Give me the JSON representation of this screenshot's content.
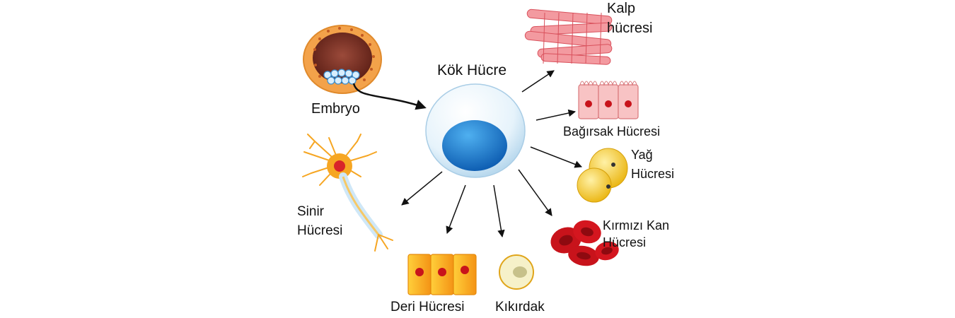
{
  "diagram": {
    "center_label": "Kök Hücre",
    "labels": {
      "embryo": "Embryo",
      "heart": [
        "Kalp",
        "hücresi"
      ],
      "intestine": "Bağırsak Hücresi",
      "fat": [
        "Yağ",
        "Hücresi"
      ],
      "red_blood": [
        "Kırmızı Kan",
        "Hücresi"
      ],
      "nerve": [
        "Sinir",
        "Hücresi"
      ],
      "skin": "Deri Hücresi",
      "cartilage": "Kıkırdak"
    },
    "colors": {
      "stem_outer": "#e8f4fb",
      "stem_nucleus": "#1d7ccf",
      "heart": "#ef8a8f",
      "intestine": "#f7b7b9",
      "fat": "#f6c81f",
      "red_blood": "#c8131b",
      "nerve": "#f6a623",
      "skin": "#f7a81b",
      "cartilage": "#f3f0c8",
      "embryo": "#f2a046"
    }
  }
}
